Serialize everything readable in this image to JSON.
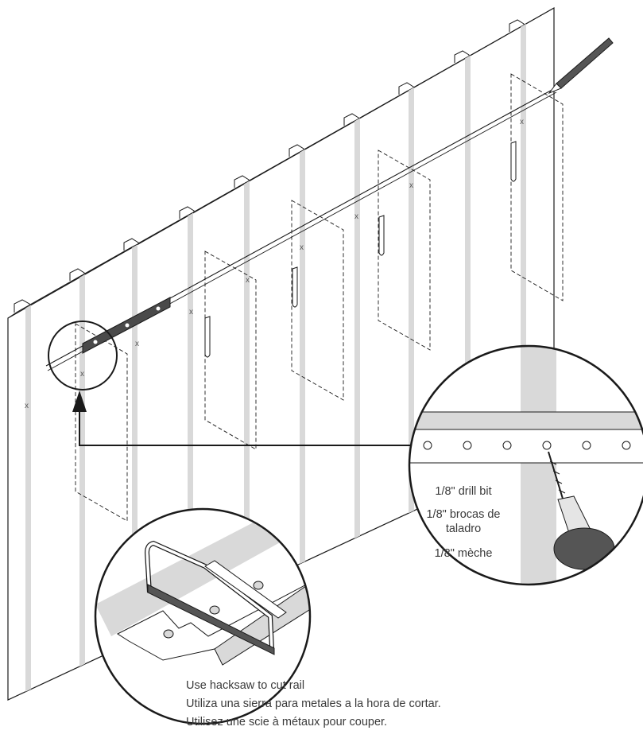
{
  "drill_callout": {
    "line_en": "1/8\" drill bit",
    "line_es": "1/8\" brocas de taladro",
    "line_fr": "1/8\" mèche"
  },
  "saw_callout": {
    "line_en": "Use hacksaw to cut rail",
    "line_es": "Utiliza una sierra para metales a la hora de cortar.",
    "line_fr": "Utilisez une scie à métaux pour couper."
  },
  "stud_marks": [
    "x",
    "x",
    "x",
    "x",
    "x",
    "x",
    "x",
    "x",
    "x"
  ],
  "colors": {
    "outline": "#1a1a1a",
    "stud": "#d9d9d9",
    "rail_dark": "#4a4a4a",
    "pencil": "#555555"
  }
}
